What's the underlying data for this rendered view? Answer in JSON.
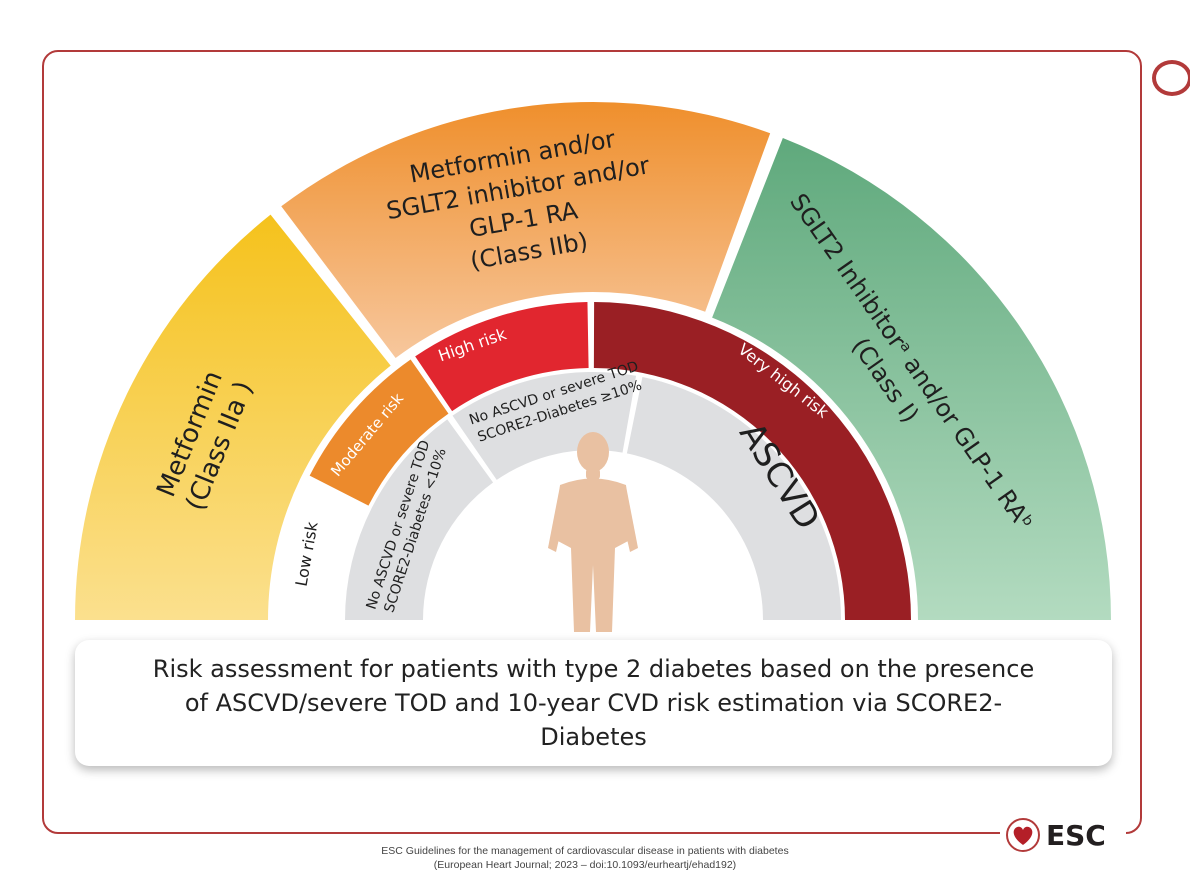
{
  "treatment_outer": {
    "metformin": [
      "Metformin",
      "(Class IIa )"
    ],
    "combo": [
      "Metformin and/or",
      "SGLT2 inhibitor and/or",
      "GLP-1 RA",
      "(Class IIb)"
    ],
    "sglt2": [
      "SGLT2 Inhibitorᵃ and/or GLP-1 RAᵇ",
      "(Class I)"
    ]
  },
  "risk_levels": {
    "low": "Low risk",
    "moderate": "Moderate risk",
    "high": "High risk",
    "very_high": "Very high risk"
  },
  "criteria": {
    "below_10": [
      "No ASCVD or severe TOD",
      "SCORE2-Diabetes <10%"
    ],
    "above_10": [
      "No ASCVD or severe TOD",
      "SCORE2-Diabetes ≥10%"
    ],
    "ascvd": "ASCVD"
  },
  "caption": "Risk assessment for patients with type 2 diabetes based on the presence of ASCVD/severe TOD and 10-year CVD risk estimation via SCORE2-Diabetes",
  "logo_text": "ESC",
  "source": {
    "line1": "ESC Guidelines for the management of cardiovascular disease in patients with diabetes",
    "line2": "(European Heart Journal; 2023 – doi:10.1093/eurheartj/ehad192)"
  },
  "colors": {
    "frame": "#b23a3a",
    "metformin": "#f2c02c",
    "combo": "#ee9a48",
    "sglt2": "#72b48f",
    "moderate": "#ec8a2c",
    "high": "#e1262f",
    "very_high": "#9a1f24",
    "criteria_band": "#dedfe1"
  }
}
